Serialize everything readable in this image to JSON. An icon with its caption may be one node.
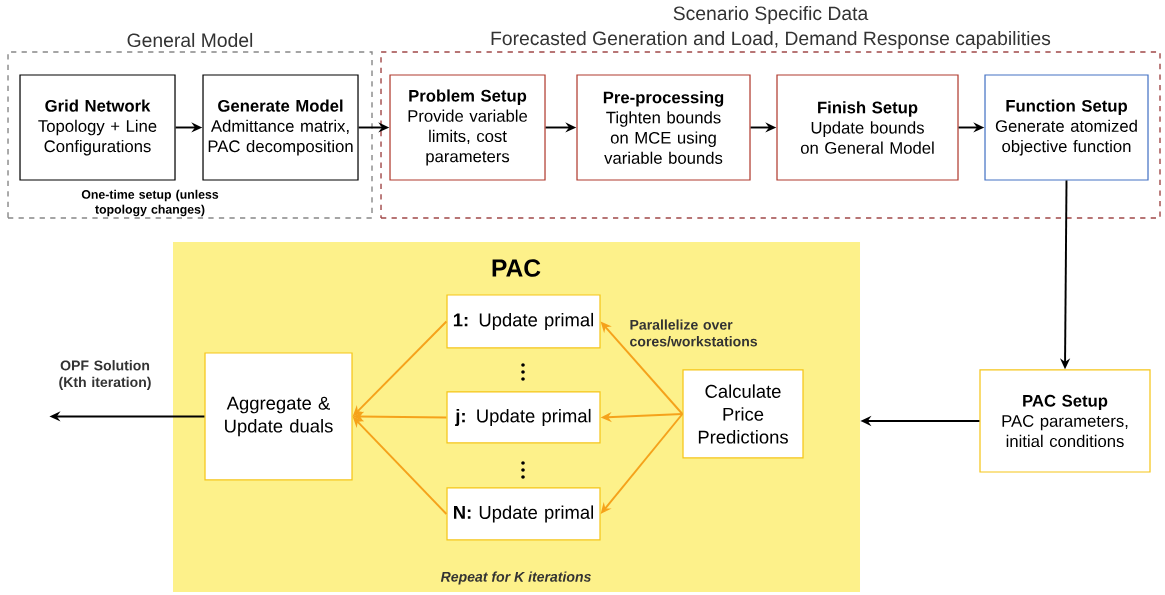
{
  "diagram": {
    "nodes": [
      {
        "text": [
          "General Model",
          "One-time setup (unless topology changes)"
        ]
      },
      {
        "text": [
          "Grid Network",
          "Topology + Line Configurations"
        ],
        "in": 0
      },
      {
        "text": [
          "Generate Model",
          "Admittance matrix, PAC decomposition"
        ],
        "in": 0
      },
      {
        "text": [
          "Scenario Specific Data",
          "Forecasted Generation and Load, Demand Response capabilities"
        ]
      },
      {
        "text": [
          "Problem Setup",
          "Provide variable limits, cost parameters"
        ],
        "in": 3
      },
      {
        "text": [
          "Pre-processing",
          "Tighten bounds on MCE using variable bounds"
        ],
        "in": 3
      },
      {
        "text": [
          "Finish Setup",
          "Update bounds on General Model"
        ],
        "in": 3
      },
      {
        "text": [
          "Function Setup",
          "Generate atomized objective function"
        ],
        "in": 3
      },
      {
        "text": [
          "PAC Setup",
          "PAC parameters, initial conditions"
        ]
      },
      {
        "text": [
          "PAC",
          "Parallelize over cores/workstations",
          "Repeat for K iterations"
        ]
      },
      {
        "text": [
          "Calculate Price Predictions"
        ],
        "in": 9
      },
      {
        "text": [
          "**1:** Update primal"
        ],
        "in": 9
      },
      {
        "text": [
          "**j:** Update primal"
        ],
        "in": 9
      },
      {
        "text": [
          "**N:** Update primal"
        ],
        "in": 9
      },
      {
        "text": [
          "Aggregate & Update duals"
        ],
        "in": 9
      }
    ],
    "edges": [
      {
        "from": 1,
        "to": 2,
        "arrow": "to"
      },
      {
        "from": 2,
        "to": 4,
        "arrow": "to"
      },
      {
        "from": 4,
        "to": 5,
        "arrow": "to"
      },
      {
        "from": 5,
        "to": 6,
        "arrow": "to"
      },
      {
        "from": 6,
        "to": 7,
        "arrow": "to"
      },
      {
        "from": 7,
        "to": 8,
        "arrow": "to"
      },
      {
        "from": 8,
        "to": 9,
        "arrow": "to"
      },
      {
        "from": 10,
        "to": 11,
        "arrow": "to",
        "color": "#f5a21b"
      },
      {
        "from": 10,
        "to": 12,
        "arrow": "to",
        "color": "#f5a21b"
      },
      {
        "from": 10,
        "to": 13,
        "arrow": "to",
        "color": "#f5a21b"
      },
      {
        "from": 11,
        "to": 14,
        "arrow": "to",
        "color": "#f5a21b"
      },
      {
        "from": 12,
        "to": 14,
        "arrow": "to",
        "color": "#f5a21b"
      },
      {
        "from": 13,
        "to": 14,
        "arrow": "to",
        "color": "#f5a21b"
      },
      {
        "from": 14,
        "to": null,
        "arrow": "to",
        "label": "OPF Solution (Kth iteration)"
      }
    ]
  }
}
